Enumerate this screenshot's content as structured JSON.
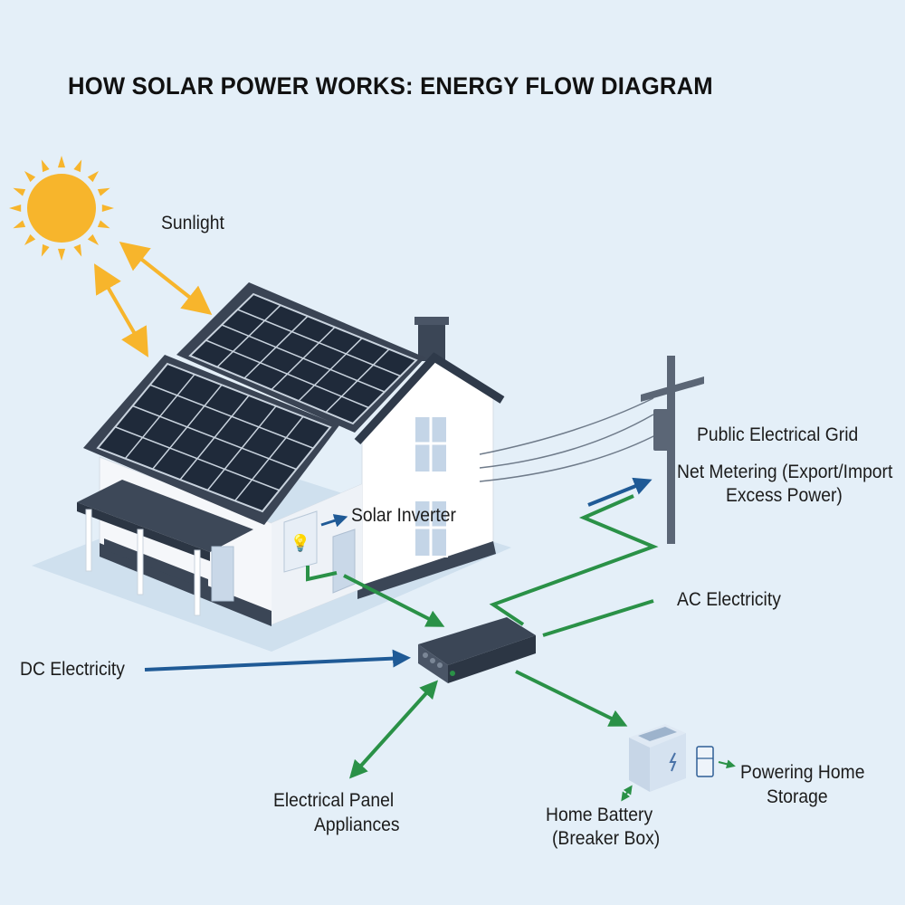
{
  "title": "HOW SOLAR POWER WORKS: ENERGY FLOW DIAGRAM",
  "labels": {
    "sunlight": "Sunlight",
    "grid_title": "Public Electrical Grid",
    "net_metering_1": "Net Metering (Export/Import",
    "net_metering_2": "Excess Power)",
    "solar_inverter": "Solar Inverter",
    "ac_electricity": "AC Electricity",
    "dc_electricity": "DC Electricity",
    "panel_1": "Electrical Panel",
    "panel_2": "Appliances",
    "battery_1": "Home Battery",
    "battery_2": "(Breaker Box)",
    "powering_1": "Powering Home",
    "powering_2": "Storage"
  },
  "colors": {
    "background": "#e4eff8",
    "sun": "#f7b52c",
    "green_flow": "#2a9147",
    "blue_flow": "#1f5a96",
    "panel": "#1f2a3a"
  }
}
